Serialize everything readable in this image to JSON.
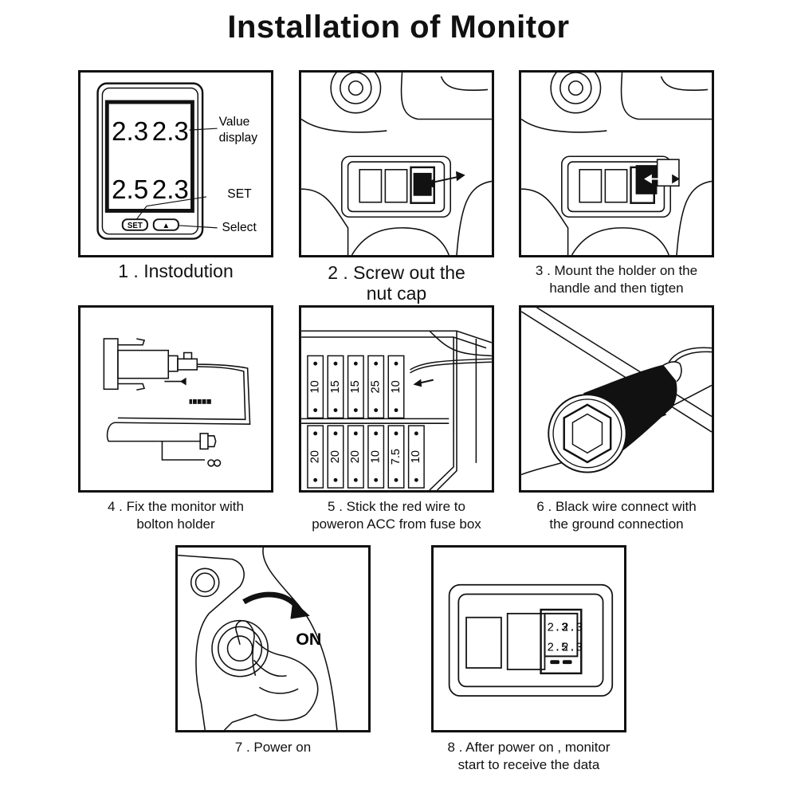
{
  "title": "Installation of Monitor",
  "steps": [
    {
      "lines": [
        "1 . Instodution"
      ]
    },
    {
      "lines": [
        "2 . Screw out the",
        "nut cap"
      ]
    },
    {
      "lines": [
        "3 . Mount the holder on the",
        "handle and then tigten"
      ]
    },
    {
      "lines": [
        "4 . Fix the monitor with",
        "bolton holder"
      ]
    },
    {
      "lines": [
        "5 . Stick the red wire to",
        "poweron ACC from fuse box"
      ]
    },
    {
      "lines": [
        "6 . Black wire connect with",
        "the ground connection"
      ]
    },
    {
      "lines": [
        "7 . Power on"
      ]
    },
    {
      "lines": [
        "8 . After power on , monitor",
        "start to receive the data"
      ]
    }
  ],
  "monitor": {
    "row1": [
      "2.3",
      "2.3"
    ],
    "row2": [
      "2.5",
      "2.3"
    ],
    "set_button": "SET",
    "select_button": "▲",
    "callouts": {
      "value": "Value",
      "display": "display",
      "set": "SET",
      "select": "Select"
    }
  },
  "fuses": {
    "top": [
      "10",
      "15",
      "15",
      "25",
      "10"
    ],
    "bottom": [
      "20",
      "20",
      "20",
      "10",
      "7.5",
      "10"
    ]
  },
  "on_label": "ON"
}
